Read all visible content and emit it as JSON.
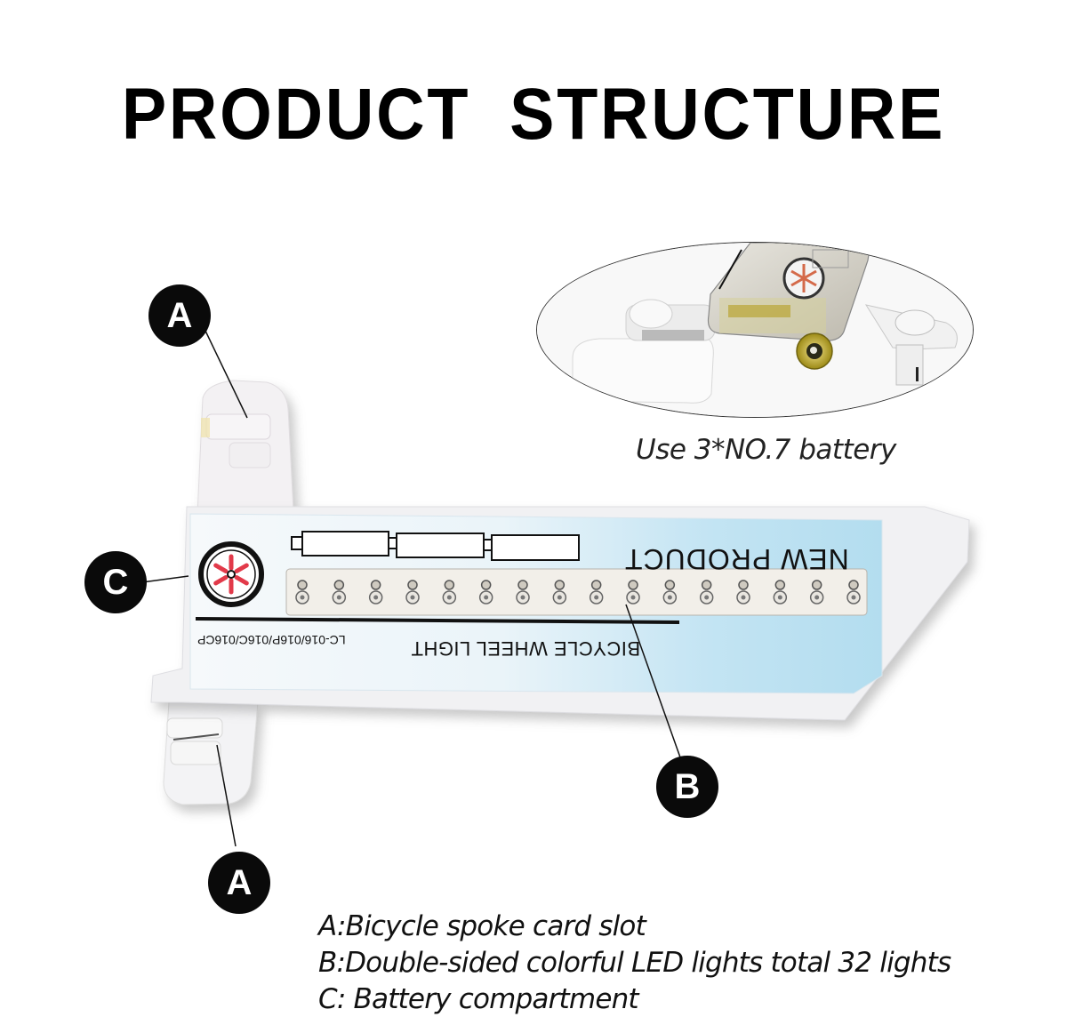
{
  "title": "PRODUCT STRUCTURE",
  "inset": {
    "caption": "Use 3*NO.7 battery"
  },
  "device": {
    "label_top": "NEW PRODUCT",
    "label_bottom": "BICYCLE WHEEL LIGHT",
    "model_code": "LC-016/016P/016C/016CP",
    "battery_slots": 3,
    "visible_leds": 16,
    "colors": {
      "panel_blue": "#bfe3f2",
      "panel_white": "#f4f8fa",
      "housing": "#f0f0f2",
      "wheel_spokes": "#e23a4a",
      "battery_yellow": "#c9b12a"
    }
  },
  "markers": [
    {
      "id": "a-top",
      "letter": "A"
    },
    {
      "id": "c",
      "letter": "C"
    },
    {
      "id": "b",
      "letter": "B"
    },
    {
      "id": "a-bottom",
      "letter": "A"
    }
  ],
  "legend": [
    "A:Bicycle spoke card slot",
    "B:Double-sided colorful LED lights total 32 lights",
    "C: Battery compartment"
  ]
}
